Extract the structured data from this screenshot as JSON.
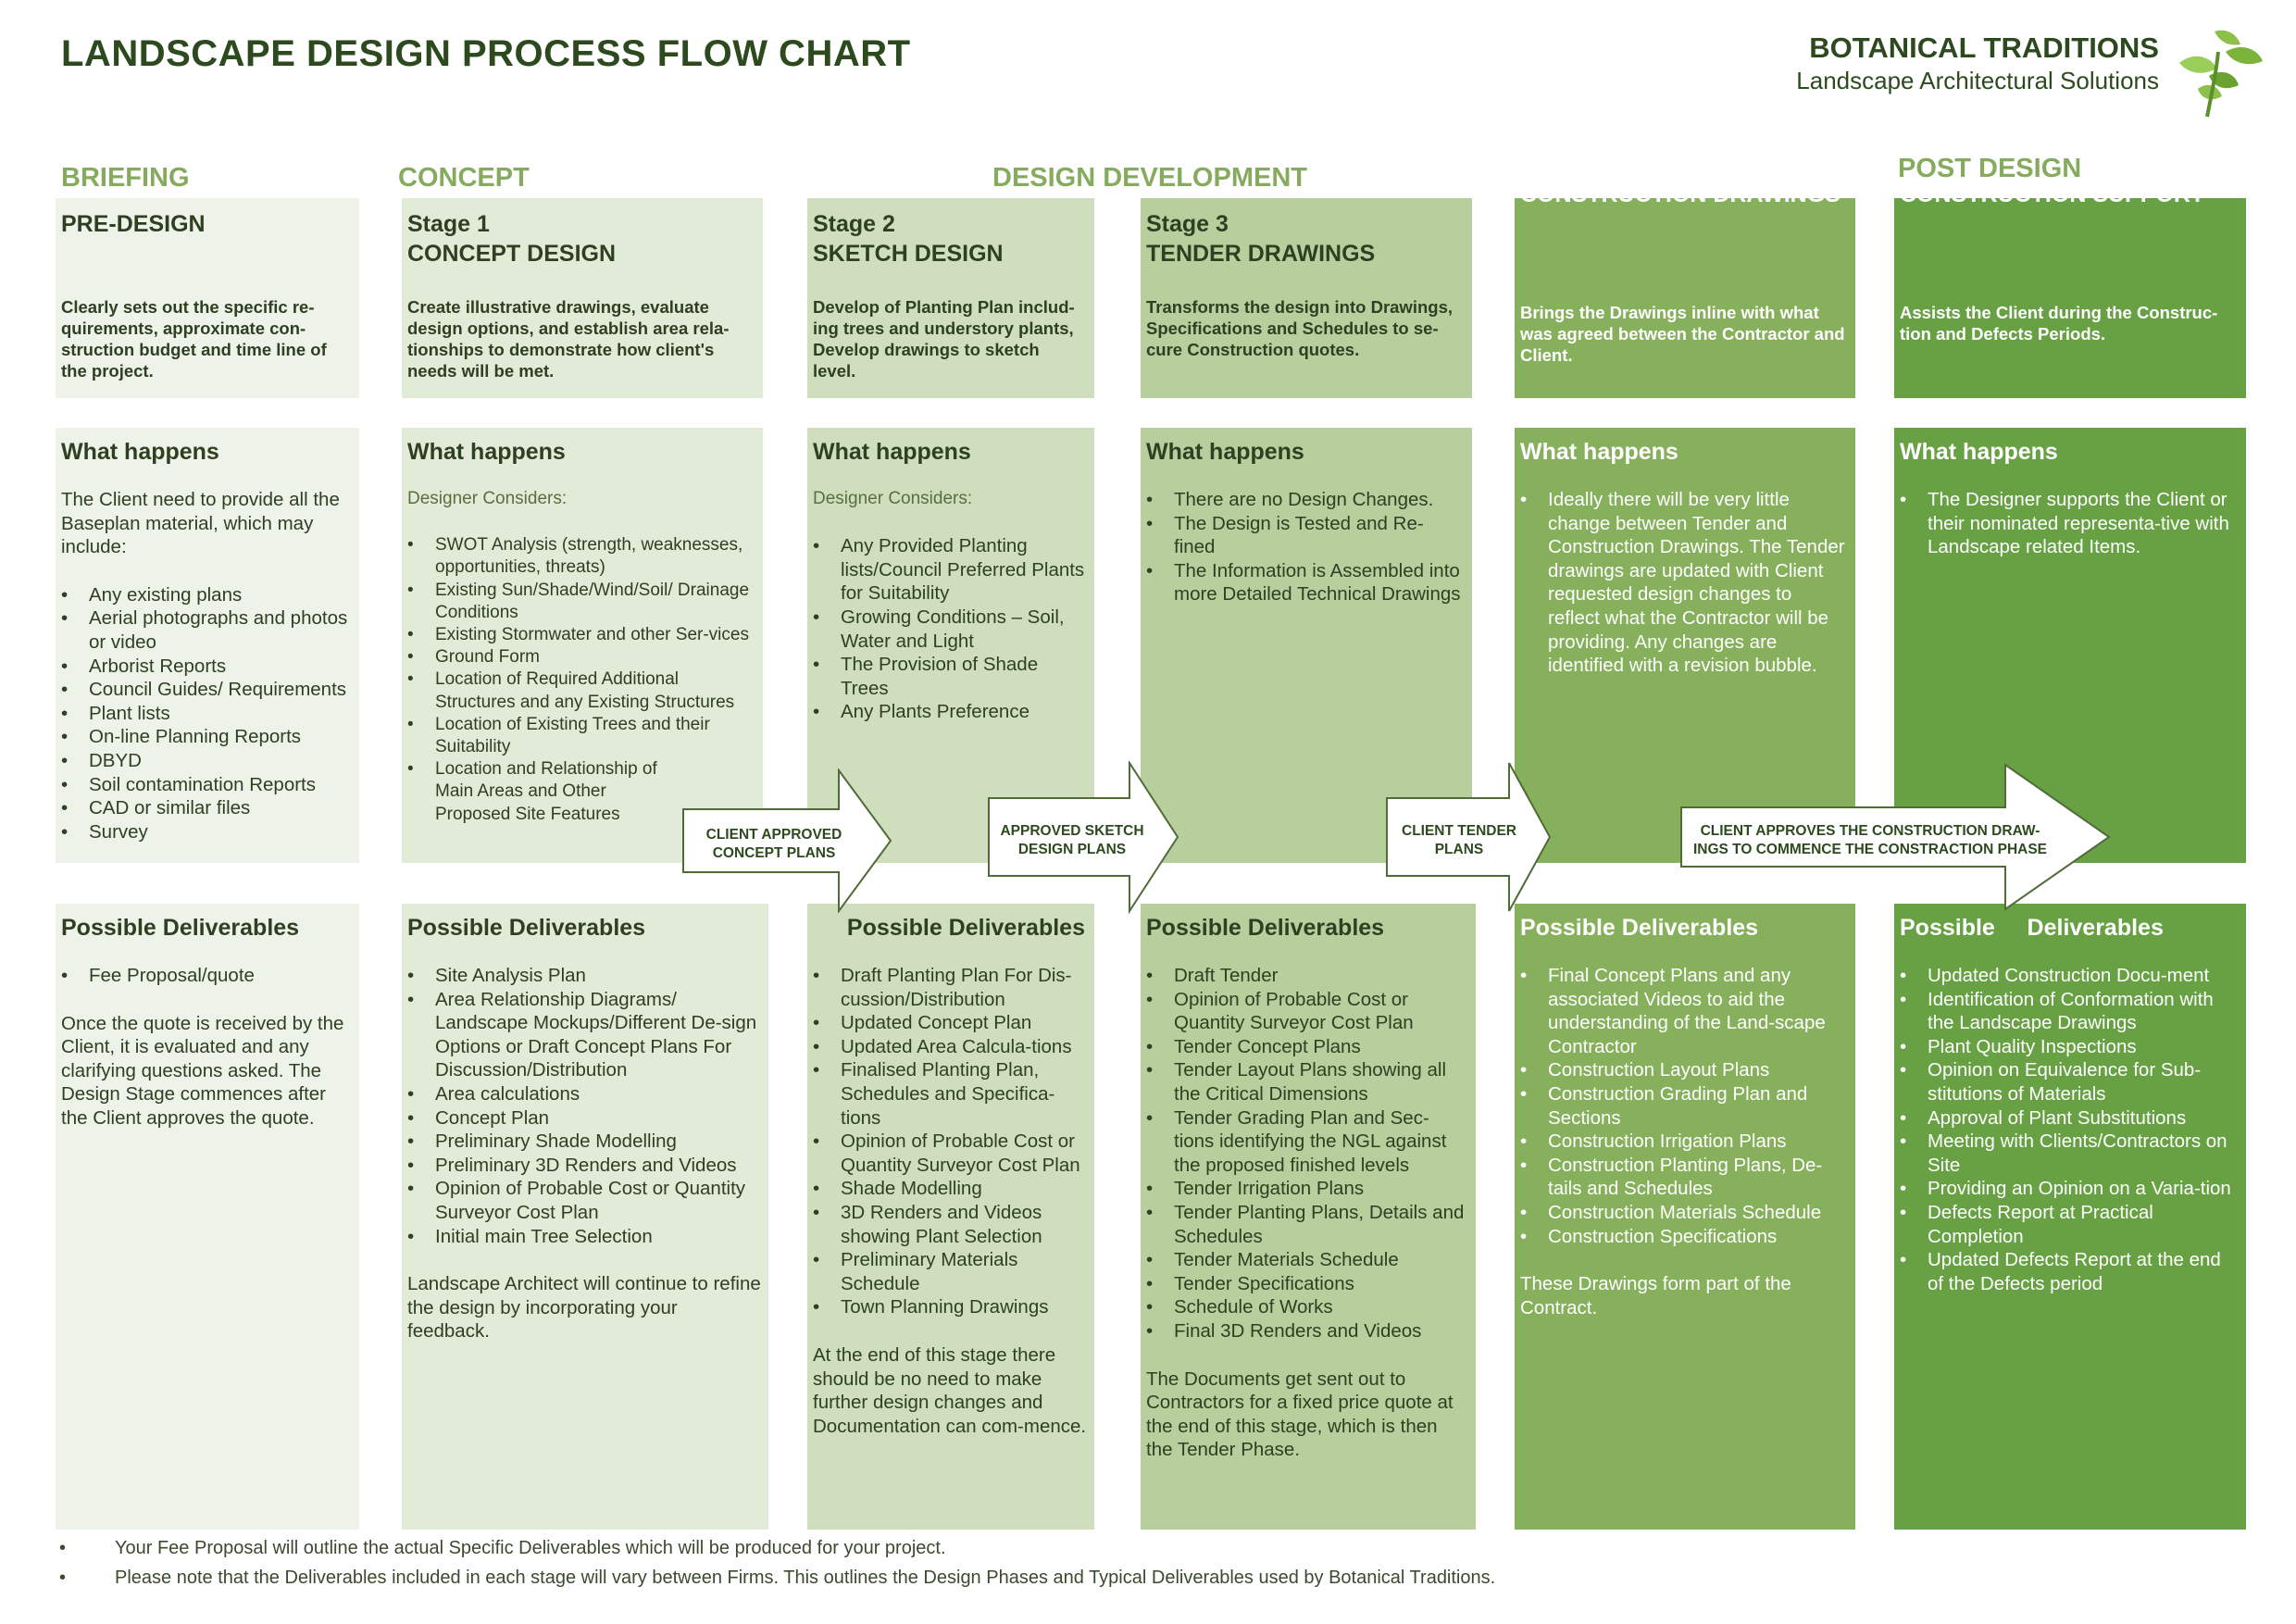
{
  "title": "LANDSCAPE DESIGN PROCESS FLOW CHART",
  "brand": {
    "name": "BOTANICAL TRADITIONS",
    "tagline": "Landscape Architectural Solutions"
  },
  "phases": {
    "briefing": "BRIEFING",
    "concept": "CONCEPT",
    "design_development": "DESIGN DEVELOPMENT",
    "post_design": "POST DESIGN"
  },
  "columns": [
    {
      "stage": "",
      "name": "PRE-DESIGN",
      "description": "Clearly sets out the specific re-quirements, approximate con-struction budget and time line of the project.",
      "what_happens": {
        "heading": "What happens",
        "intro": "The Client need to provide all the Baseplan material, which may include:",
        "sub": "",
        "items": [
          "Any existing plans",
          "Aerial photographs and photos or video",
          "Arborist Reports",
          "Council Guides/ Requirements",
          "Plant lists",
          "On-line Planning Reports",
          "DBYD",
          "Soil contamination Reports",
          "CAD or similar files",
          "Survey"
        ]
      },
      "deliverables": {
        "heading": "Possible Deliverables",
        "items": [
          "Fee Proposal/quote"
        ],
        "note": "Once the quote is received by the Client, it is evaluated and any clarifying questions asked. The Design Stage commences after the Client approves the quote."
      }
    },
    {
      "stage": "Stage 1",
      "name": "CONCEPT DESIGN",
      "description": "Create illustrative drawings, evaluate design options, and establish area rela-tionships to demonstrate how client's needs will be met.",
      "what_happens": {
        "heading": "What happens",
        "intro": "",
        "sub": "Designer Considers:",
        "items": [
          "SWOT Analysis (strength, weaknesses, opportunities, threats)",
          "Existing Sun/Shade/Wind/Soil/ Drainage Conditions",
          "Existing Stormwater and other Ser-vices",
          "Ground Form",
          "Location of Required Additional Structures and any Existing Structures",
          "Location of  Existing Trees and their Suitability",
          "Location and Relationship of Main Areas and Other Proposed Site Features"
        ]
      },
      "deliverables": {
        "heading": "Possible Deliverables",
        "items": [
          "Site Analysis Plan",
          "Area Relationship Diagrams/ Landscape Mockups/Different De-sign Options or Draft Concept Plans For Discussion/Distribution",
          "Area calculations",
          "Concept Plan",
          "Preliminary Shade Modelling",
          "Preliminary 3D Renders and Videos",
          "Opinion of Probable Cost or Quantity Surveyor Cost Plan",
          "Initial main Tree Selection"
        ],
        "note": "Landscape Architect  will continue to refine the design by incorporating your feedback."
      }
    },
    {
      "stage": "Stage 2",
      "name": "SKETCH DESIGN",
      "description": "Develop of Planting Plan includ-ing trees and understory plants, Develop drawings to sketch level.",
      "what_happens": {
        "heading": "What happens",
        "intro": "",
        "sub": "Designer Considers:",
        "items": [
          "Any Provided Planting lists/Council Preferred Plants for Suitability",
          "Growing Conditions – Soil, Water and Light",
          "The Provision of Shade Trees",
          "Any Plants Preference"
        ]
      },
      "deliverables": {
        "heading": "Possible Deliverables",
        "items": [
          "Draft Planting Plan For Dis-cussion/Distribution",
          "Updated Concept Plan",
          "Updated Area Calcula-tions",
          "Finalised Planting Plan, Schedules and Specifica-tions",
          "Opinion of Probable Cost or Quantity Surveyor Cost Plan",
          "Shade Modelling",
          "3D Renders and Videos showing Plant Selection",
          "Preliminary Materials Schedule",
          "Town Planning Drawings"
        ],
        "note": "At the end of this stage there should be no need to make further design changes and Documentation can com-mence."
      }
    },
    {
      "stage": "Stage 3",
      "name": "TENDER DRAWINGS",
      "description": "Transforms the design into Drawings, Specifications and Schedules to se-cure Construction quotes.",
      "what_happens": {
        "heading": "What happens",
        "intro": "",
        "sub": "",
        "items": [
          "There are no Design Changes.",
          "The Design is Tested and Re-fined",
          "The Information is Assembled into more Detailed Technical Drawings"
        ]
      },
      "deliverables": {
        "heading": "Possible Deliverables",
        "items": [
          "Draft Tender",
          "Opinion of Probable Cost or Quantity Surveyor Cost Plan",
          "Tender Concept Plans",
          "Tender Layout Plans showing all the Critical Dimensions",
          "Tender Grading Plan and Sec-tions identifying the NGL against the proposed finished levels",
          "Tender Irrigation Plans",
          "Tender Planting Plans, Details and Schedules",
          "Tender Materials Schedule",
          "Tender Specifications",
          "Schedule of Works",
          "Final 3D Renders and Videos"
        ],
        "note": "The Documents get sent out to Contractors for a fixed price quote at the end of this stage, which is then the Tender Phase."
      }
    },
    {
      "stage": "",
      "name": "CONSTRUCTION DRAWINGS",
      "description": "Brings the Drawings inline with what was agreed between the Contractor and Client.",
      "what_happens": {
        "heading": "What happens",
        "intro": "",
        "sub": "",
        "items": [
          "Ideally there will be very little change between Tender and Construction Drawings.  The Tender drawings are updated with Client requested design changes to reflect what the Contractor will be providing. Any changes are identified with a revision bubble."
        ]
      },
      "deliverables": {
        "heading": "Possible Deliverables",
        "items": [
          "Final Concept Plans and any associated Videos to aid the understanding of the Land-scape Contractor",
          "Construction Layout Plans",
          "Construction Grading Plan and Sections",
          "Construction Irrigation Plans",
          "Construction Planting Plans, De-tails and Schedules",
          "Construction Materials Schedule",
          "Construction Specifications"
        ],
        "note": "These Drawings form part of the Contract."
      }
    },
    {
      "stage": "",
      "name": "CONSTRUCTION SUPPORT",
      "description": "Assists the Client during the Construc-tion and Defects Periods.",
      "what_happens": {
        "heading": "What happens",
        "intro": "",
        "sub": "",
        "items": [
          "The Designer supports the Client or their nominated representa-tive with Landscape related Items."
        ]
      },
      "deliverables": {
        "heading": "Possible     Deliverables",
        "items": [
          "Updated Construction Docu-ment",
          "Identification of Conformation with the Landscape Drawings",
          "Plant Quality Inspections",
          "Opinion on Equivalence for Sub-stitutions of Materials",
          "Approval of Plant Substitutions",
          "Meeting with Clients/Contractors on Site",
          "Providing an Opinion on a Varia-tion",
          "Defects Report at Practical Completion",
          "Updated Defects Report at the end of the Defects period"
        ],
        "note": ""
      }
    }
  ],
  "arrows": [
    {
      "lines": [
        "CLIENT APPROVED",
        "CONCEPT PLANS"
      ]
    },
    {
      "lines": [
        "APPROVED SKETCH",
        "DESIGN PLANS"
      ]
    },
    {
      "lines": [
        "CLIENT TENDER",
        "PLANS"
      ]
    },
    {
      "lines": [
        "CLIENT APPROVES THE CONSTRUCTION DRAW-",
        "INGS TO COMMENCE THE CONSTRACTION PHASE"
      ]
    }
  ],
  "footnotes": [
    "Your  Fee Proposal  will outline the actual Specific Deliverables which will be produced for your  project.",
    "Please note that the Deliverables included in each stage will vary between Firms.  This outlines the Design Phases and Typical Deliverables used by Botanical Traditions."
  ],
  "colors": {
    "c0": "#eef3e9",
    "c1": "#e2ebd8",
    "c2": "#cfdfbe",
    "c3": "#b6cf9d",
    "c4": "#86b05c",
    "c5": "#67a144",
    "phase_label": "#86ab5e",
    "title": "#2d4a1f"
  }
}
